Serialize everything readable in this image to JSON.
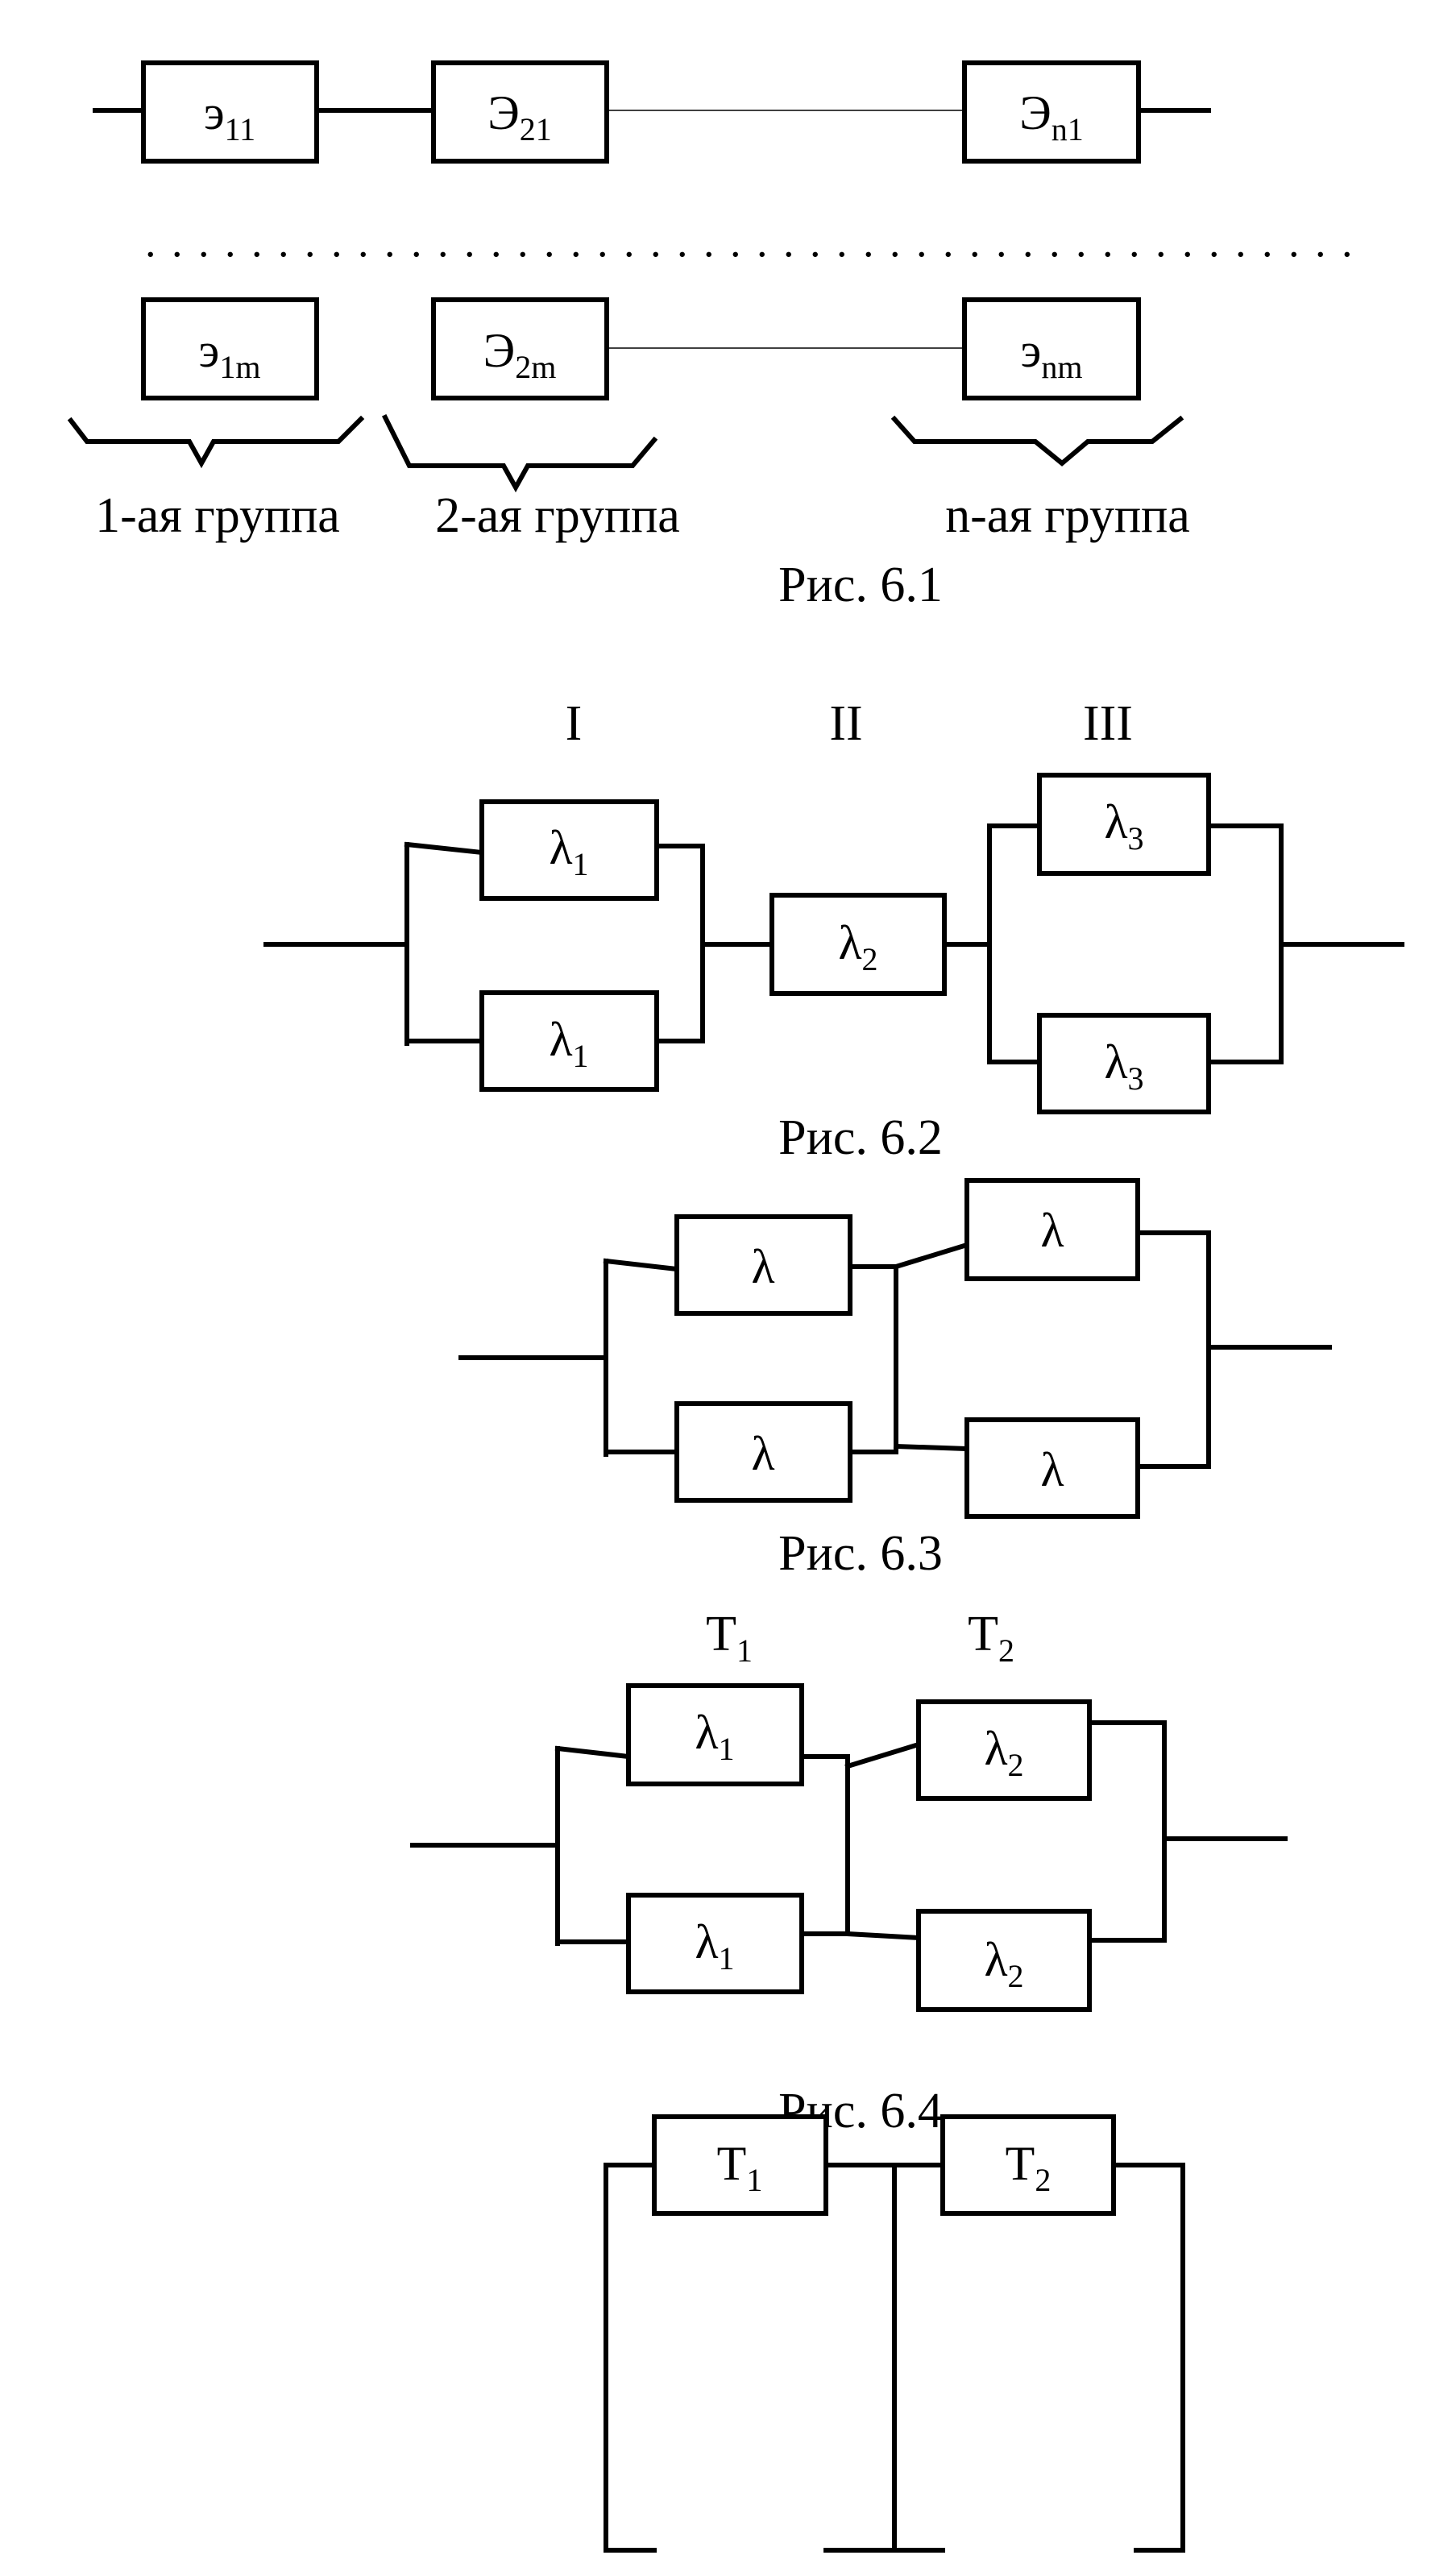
{
  "fig61": {
    "row1": [
      {
        "main": "э",
        "sub": "11"
      },
      {
        "main": "Э",
        "sub": "21"
      },
      {
        "main": "Э",
        "sub": "n1"
      }
    ],
    "dots": ". . . . . . . . . . . . . . . . . . . . . . . . . . . . . . . . . . . . . . . . . . . . . .",
    "row2": [
      {
        "main": "э",
        "sub": "1m"
      },
      {
        "main": "Э",
        "sub": "2m"
      },
      {
        "main": "э",
        "sub": "nm"
      }
    ],
    "groups": [
      "1-ая группа",
      "2-ая группа",
      "n-ая группа"
    ],
    "caption": "Рис. 6.1"
  },
  "fig62": {
    "sections": [
      "I",
      "II",
      "III"
    ],
    "boxes": [
      {
        "main": "λ",
        "sub": "1"
      },
      {
        "main": "λ",
        "sub": "1"
      },
      {
        "main": "λ",
        "sub": "2"
      },
      {
        "main": "λ",
        "sub": "3"
      },
      {
        "main": "λ",
        "sub": "3"
      }
    ],
    "caption": "Рис. 6.2"
  },
  "fig63": {
    "boxes": [
      "λ",
      "λ",
      "λ",
      "λ"
    ],
    "caption": "Рис. 6.3"
  },
  "fig64": {
    "sections": [
      {
        "main": "T",
        "sub": "1"
      },
      {
        "main": "T",
        "sub": "2"
      }
    ],
    "boxes": [
      {
        "main": "λ",
        "sub": "1"
      },
      {
        "main": "λ",
        "sub": "1"
      },
      {
        "main": "λ",
        "sub": "2"
      },
      {
        "main": "λ",
        "sub": "2"
      }
    ],
    "caption": "Рис. 6.4"
  },
  "fig65": {
    "boxes": [
      {
        "main": "T",
        "sub": "1"
      },
      {
        "main": "T",
        "sub": "2"
      }
    ]
  }
}
